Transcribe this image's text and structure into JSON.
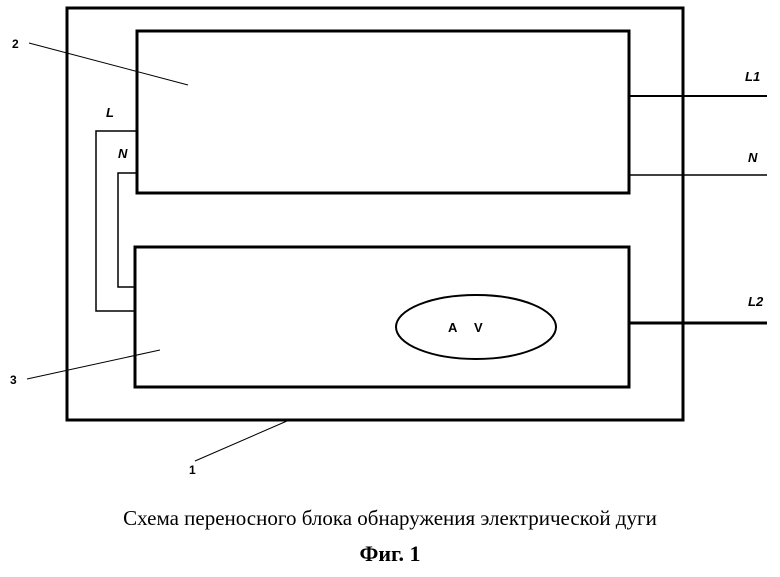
{
  "terminals": {
    "l1": "L1",
    "n_out": "N",
    "l2": "L2",
    "l_in": "L",
    "n_in": "N"
  },
  "meter": {
    "label_a": "A",
    "label_v": "V"
  },
  "callouts": {
    "c1": "1",
    "c2": "2",
    "c3": "3"
  },
  "caption": "Схема переносного блока обнаружения электрической дуги",
  "figure_label": "Фиг. 1"
}
